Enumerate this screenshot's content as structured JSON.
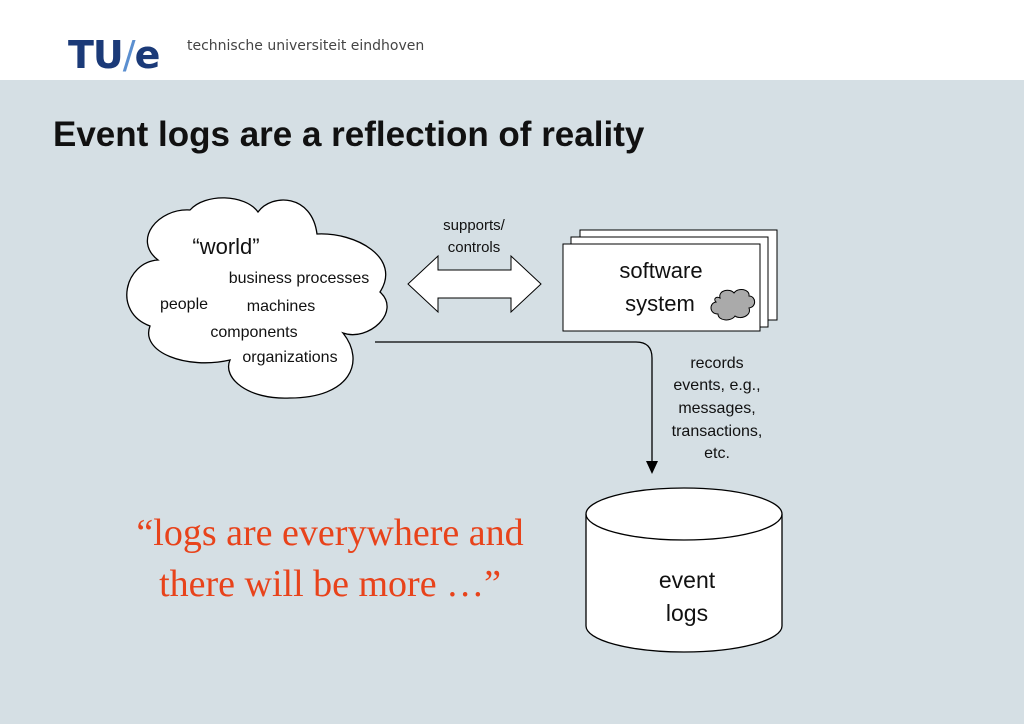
{
  "header": {
    "logo_main": "TU",
    "logo_slash": "/",
    "logo_e": "e",
    "university": "technische universiteit eindhoven"
  },
  "slide": {
    "title": "Event logs are a reflection of reality",
    "quote_line1": "“logs are everywhere and",
    "quote_line2": "there will be more …”"
  },
  "diagram": {
    "world": {
      "title": "“world”",
      "items": [
        "business processes",
        "people",
        "machines",
        "components",
        "organizations"
      ]
    },
    "arrow_label": [
      "supports/",
      "controls"
    ],
    "software": [
      "software",
      "system"
    ],
    "records_label": [
      "records",
      "events, e.g.,",
      "messages,",
      "transactions,",
      "etc."
    ],
    "event_logs": [
      "event",
      "logs"
    ]
  }
}
